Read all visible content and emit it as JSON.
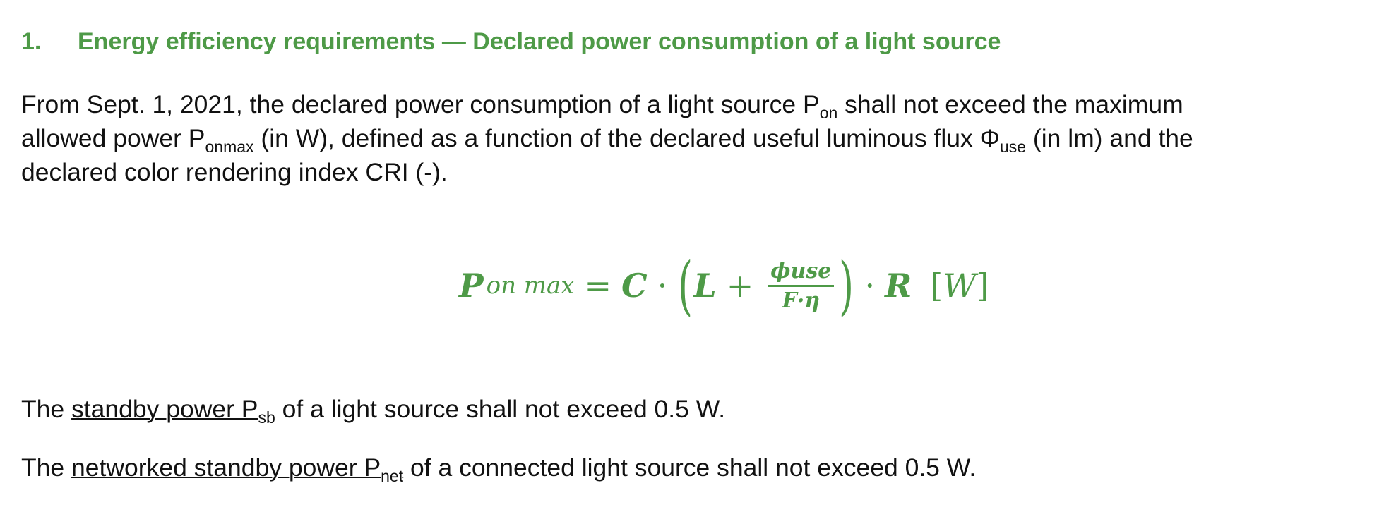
{
  "heading": {
    "number": "1.",
    "text": "Energy efficiency requirements — Declared power consumption of a light source"
  },
  "intro": {
    "l1a": "From Sept. 1, 2021, the declared power consumption of a light source P",
    "l1sub": "on",
    "l1b": " shall not exceed the maximum",
    "l2a": "allowed power P",
    "l2sub": "onmax",
    "l2b": " (in W), defined as a function of the declared useful luminous flux Φ",
    "l2sub2": "use",
    "l2c": " (in lm) and the",
    "l3": "declared color rendering index CRI (-)."
  },
  "formula": {
    "lhs": "P",
    "lhs_sub": "on max",
    "eq": "=",
    "c": "C",
    "dot": "·",
    "lparen": "(",
    "l": "L",
    "plus": "+",
    "num": "ϕuse",
    "den": "F·η",
    "rparen": ")",
    "r": "R",
    "unit_open": "[",
    "unit": "W",
    "unit_close": "]"
  },
  "standby": {
    "pre": "The ",
    "link": "standby power P",
    "sub": "sb",
    "post": " of a light source shall not exceed 0.5 W."
  },
  "networked": {
    "pre": "The ",
    "link": "networked standby power P",
    "sub": "net",
    "post": " of a connected light source shall not exceed 0.5 W."
  },
  "colors": {
    "heading": "#4e9a47",
    "text": "#111111"
  }
}
